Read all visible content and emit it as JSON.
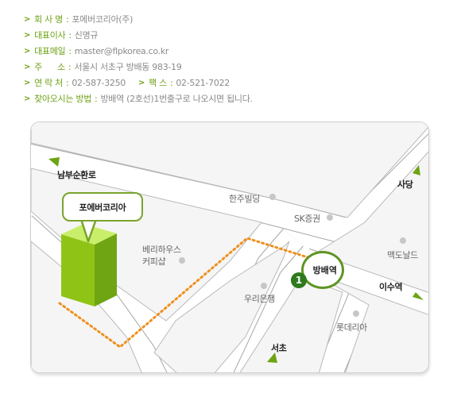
{
  "info": {
    "rows": [
      {
        "label": "회 사 명",
        "value": "포에버코리아(주)"
      },
      {
        "label": "대표이사",
        "value": "신명규"
      },
      {
        "label": "대표메일",
        "value": "master@flpkorea.co.kr"
      },
      {
        "label": "주      소",
        "value": "서울시 서초구 방배동 983-19"
      },
      {
        "label": "연 락 처",
        "value": "02-587-3250",
        "label2": "팩 스",
        "value2": "02-521-7022"
      },
      {
        "label": "찾아오시는 방법",
        "value": "방배역 (2호선)1번출구로 나오시면 됩니다."
      }
    ]
  },
  "map": {
    "company_bubble": "포에버코리아",
    "station_name": "방배역",
    "station_exit": "1",
    "labels": {
      "nambu_road": "남부순환로",
      "hanju": "한주빌딩",
      "sk": "SK증권",
      "sadang": "사당",
      "verihouse_line1": "베리하우스",
      "verihouse_line2": "커피샵",
      "mcdonalds": "맥도날드",
      "isu": "이수역",
      "woori": "우리은행",
      "lotteria": "롯데리아",
      "seocho": "서초"
    },
    "colors": {
      "accent": "#6ea314",
      "route": "#f0901e",
      "road_edge": "#a7a7a7",
      "block": "#f1f1f1",
      "building": "#9fd51f"
    }
  }
}
